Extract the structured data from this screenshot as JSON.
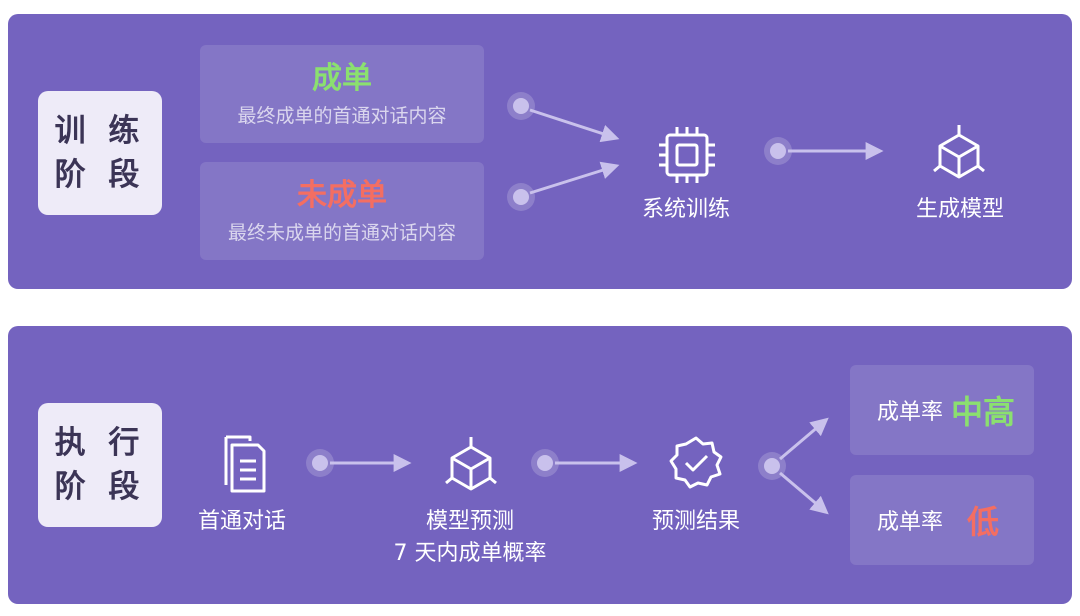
{
  "training": {
    "stage": [
      "训 练",
      "阶 段"
    ],
    "won": {
      "title": "成单",
      "desc": "最终成单的首通对话内容"
    },
    "lost": {
      "title": "未成单",
      "desc": "最终未成单的首通对话内容"
    },
    "train_label": "系统训练",
    "model_label": "生成模型"
  },
  "execution": {
    "stage": [
      "执 行",
      "阶 段"
    ],
    "call_label": "首通对话",
    "predict_label": [
      "模型预测",
      "7 天内成单概率"
    ],
    "result_label": "预测结果",
    "high": {
      "label": "成单率",
      "value": "中高"
    },
    "low": {
      "label": "成单率",
      "value": "低"
    }
  },
  "colors": {
    "panel": "#7463bf",
    "badge": "#eeebf8",
    "positive": "#8be06f",
    "negative": "#f46e62"
  }
}
